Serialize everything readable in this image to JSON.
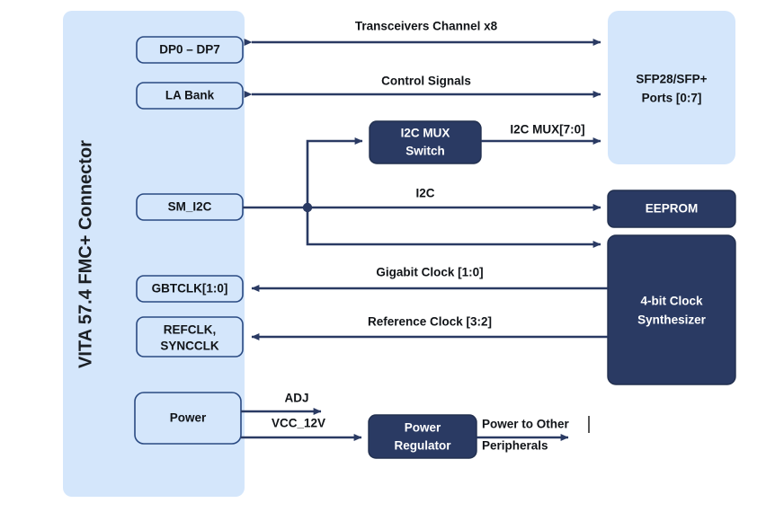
{
  "diagram": {
    "title_vertical": "VITA 57.4 FMC+ Connector",
    "colors": {
      "light_blue": "#d4e6fb",
      "dark_navy": "#2a3a63",
      "border_blue": "#2a4a82",
      "text_dark": "#111418",
      "background": "#ffffff"
    },
    "connector_blocks": [
      {
        "id": "dp0-dp7",
        "label": "DP0 – DP7"
      },
      {
        "id": "la-bank",
        "label": "LA Bank"
      },
      {
        "id": "sm-i2c",
        "label": "SM_I2C"
      },
      {
        "id": "gbtclk",
        "label": "GBTCLK[1:0]"
      },
      {
        "id": "refclk",
        "label_line1": "REFCLK,",
        "label_line2": "SYNCCLK"
      },
      {
        "id": "power",
        "label": "Power"
      }
    ],
    "peripheral_blocks": [
      {
        "id": "sfp28-ports",
        "label_line1": "SFP28/SFP+",
        "label_line2": "Ports [0:7]",
        "style": "light"
      },
      {
        "id": "eeprom",
        "label": "EEPROM",
        "style": "dark"
      },
      {
        "id": "clock-synthesizer",
        "label_line1": "4-bit Clock",
        "label_line2": "Synthesizer",
        "style": "dark"
      },
      {
        "id": "i2c-mux-switch",
        "label_line1": "I2C MUX",
        "label_line2": "Switch",
        "style": "dark"
      },
      {
        "id": "power-regulator",
        "label_line1": "Power",
        "label_line2": "Regulator",
        "style": "dark"
      }
    ],
    "signal_labels": [
      {
        "id": "transceivers",
        "text": "Transceivers Channel x8"
      },
      {
        "id": "control-signals",
        "text": "Control Signals"
      },
      {
        "id": "i2c-mux-bus",
        "text": "I2C MUX[7:0]"
      },
      {
        "id": "i2c-bus",
        "text": "I2C"
      },
      {
        "id": "gigabit-clock",
        "text": "Gigabit Clock [1:0]"
      },
      {
        "id": "reference-clock",
        "text": "Reference Clock [3:2]"
      },
      {
        "id": "adj",
        "text": "ADJ"
      },
      {
        "id": "vcc-12v",
        "text": "VCC_12V"
      },
      {
        "id": "power-out-line1",
        "text": "Power to Other"
      },
      {
        "id": "power-out-line2",
        "text": "Peripherals"
      }
    ]
  }
}
